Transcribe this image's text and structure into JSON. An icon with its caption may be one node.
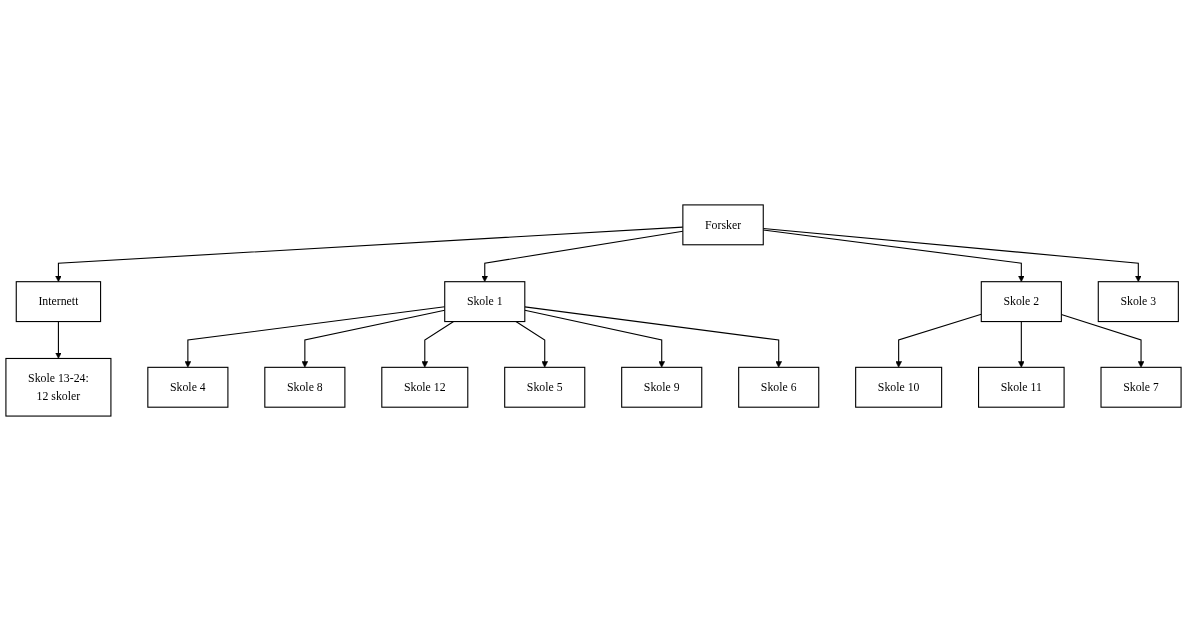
{
  "diagram": {
    "nodes": [
      {
        "text": [
          "Forsker"
        ]
      },
      {
        "text": [
          "Internett"
        ]
      },
      {
        "text": [
          "Skole 1"
        ]
      },
      {
        "text": [
          "Skole 2"
        ]
      },
      {
        "text": [
          "Skole 3"
        ]
      },
      {
        "text": [
          "Skole 13-24:",
          "12 skoler"
        ]
      },
      {
        "text": [
          "Skole 4"
        ]
      },
      {
        "text": [
          "Skole 5"
        ]
      },
      {
        "text": [
          "Skole 6"
        ]
      },
      {
        "text": [
          "Skole 7"
        ]
      },
      {
        "text": [
          "Skole 8"
        ]
      },
      {
        "text": [
          "Skole 9"
        ]
      },
      {
        "text": [
          "Skole 10"
        ]
      },
      {
        "text": [
          "Skole 11"
        ]
      },
      {
        "text": [
          "Skole 12"
        ]
      }
    ],
    "edges": [
      {
        "from": 0,
        "to": 1,
        "arrow": "to"
      },
      {
        "from": 0,
        "to": 2,
        "arrow": "to"
      },
      {
        "from": 0,
        "to": 3,
        "arrow": "to"
      },
      {
        "from": 0,
        "to": 4,
        "arrow": "to"
      },
      {
        "from": 1,
        "to": 5,
        "arrow": "to"
      },
      {
        "from": 2,
        "to": 6,
        "arrow": "to"
      },
      {
        "from": 2,
        "to": 10,
        "arrow": "to"
      },
      {
        "from": 2,
        "to": 14,
        "arrow": "to"
      },
      {
        "from": 2,
        "to": 7,
        "arrow": "to"
      },
      {
        "from": 2,
        "to": 11,
        "arrow": "to"
      },
      {
        "from": 2,
        "to": 8,
        "arrow": "to"
      },
      {
        "from": 3,
        "to": 12,
        "arrow": "to"
      },
      {
        "from": 3,
        "to": 13,
        "arrow": "to"
      },
      {
        "from": 3,
        "to": 9,
        "arrow": "to"
      }
    ]
  }
}
